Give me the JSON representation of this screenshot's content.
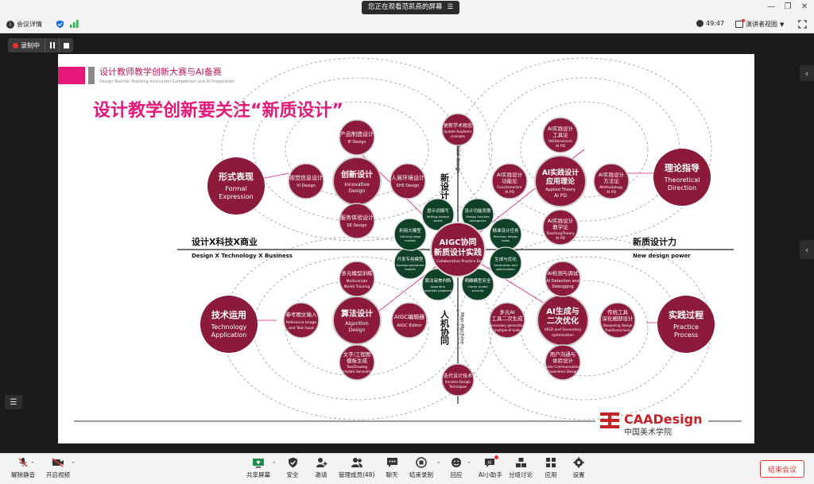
{
  "banner": {
    "text": "您正在观看范凯燕的屏幕",
    "menu_icon": "menu-icon"
  },
  "infobar": {
    "meeting_info": "会议详情",
    "timer": "49:47",
    "view_label": "演讲者视图"
  },
  "recording": {
    "label": "录制中"
  },
  "slide": {
    "header_title": "设计教师教学创新大赛与AI备赛",
    "header_subtitle": "Design Teacher Teaching Innovation Competition and AI Preparation",
    "main_title": "设计教学创新要关注“新质设计”",
    "center_cn1": "AIGC协同",
    "center_cn2": "新质设计实践",
    "center_en": "AIGC Collaborative Practice Design",
    "axis_left_cn": "设计X科技X商业",
    "axis_left_en": "Design X Technology X Business",
    "axis_right_cn": "新质设计力",
    "axis_right_en": "New design power",
    "axis_top_cn": "新设计",
    "axis_top_en": "New design",
    "axis_bottom_cn": "人机协同",
    "axis_bottom_en": "Man-Machine",
    "big_left_top_cn": "形式表现",
    "big_left_top_en1": "Formal",
    "big_left_top_en2": "Expression",
    "big_right_top_cn": "理论指导",
    "big_right_top_en1": "Theoretical",
    "big_right_top_en2": "Direction",
    "big_left_bottom_cn": "技术运用",
    "big_left_bottom_en1": "Technology",
    "big_left_bottom_en2": "Application",
    "big_right_bottom_cn": "实践过程",
    "big_right_bottom_en1": "Practice",
    "big_right_bottom_en2": "Process",
    "q1_center_cn": "创新设计",
    "q1_center_en1": "Innovative",
    "q1_center_en2": "Design",
    "q1_top_cn": "产品制造设计",
    "q1_top_en": "IP Design",
    "q1_left_cn": "视觉信息设计",
    "q1_left_en": "VI Design",
    "q1_right_cn": "人居环境设计",
    "q1_right_en": "SHE Design",
    "q1_bottom_cn": "服务体验设计",
    "q1_bottom_en": "SE Design",
    "q2_center_cn1": "AI实践设计",
    "q2_center_cn2": "应用理论",
    "q2_center_en": "Applied Theory",
    "q2_center_en2": "AI PD",
    "q2_top_cn1": "AI实践设计",
    "q2_top_cn2": "工具论",
    "q2_top_en1": "Utilitarianism",
    "q2_top_en2": "AI PD",
    "q2_left_cn1": "AI实践设计",
    "q2_left_cn2": "功能论",
    "q2_left_en1": "Functionalism",
    "q2_left_en2": "AI PD",
    "q2_right_cn1": "AI实践设计",
    "q2_right_cn2": "方法论",
    "q2_right_en1": "Methodology",
    "q2_right_en2": "AI PD",
    "q2_bottom_cn1": "AI实践设计",
    "q2_bottom_cn2": "教学论",
    "q2_bottom_en1": "TeachingTheory",
    "q2_bottom_en2": "AI PD",
    "q3_center_cn": "算法设计",
    "q3_center_en1": "Algorithm",
    "q3_center_en2": "Design",
    "q3_top_cn": "多元模型训练",
    "q3_top_en1": "Multivariate",
    "q3_top_en2": "Model Training",
    "q3_left_cn": "参考图文输入",
    "q3_left_en1": "Reference Image",
    "q3_left_en2": "and Text Input",
    "q3_right_cn": "AIGC编辑器",
    "q3_right_en": "AIGC Editor",
    "q3_bottom_cn1": "文字/工程图",
    "q3_bottom_cn2": "模板生成",
    "q3_bottom_en1": "Text/Drawing",
    "q3_bottom_en2": "Template Generation",
    "q4_center_cn1": "AI生成与",
    "q4_center_cn2": "二次优化",
    "q4_center_en1": "AIGD and Secondary",
    "q4_center_en2": "optimization",
    "q4_top_cn": "AI检测与调试",
    "q4_top_en1": "AI Detection and",
    "q4_top_en2": "Debugging",
    "q4_left_cn1": "多元AI",
    "q4_left_cn2": "工具二次生成",
    "q4_left_en1": "Secondary generation",
    "q4_left_en2": "multiple AI tools",
    "q4_right_cn1": "传统工具",
    "q4_right_cn2": "深化细部设计",
    "q4_right_en1": "Deepening Design",
    "q4_right_en2": "Traditional tools",
    "q4_bottom_cn1": "用户沟通与",
    "q4_bottom_cn2": "体验设计",
    "q4_bottom_en1": "User Communication",
    "q4_bottom_en2": "Experience Design",
    "top_concept_cn": "更新学术观念",
    "top_concept_en1": "Update Academic",
    "top_concept_en2": "concepts",
    "bottom_concept_cn": "迭代设计技术",
    "bottom_concept_en1": "Iterative Design",
    "bottom_concept_en2": "Techniques",
    "g1_cn": "提示词撰写",
    "g1_en1": "Writing prompt",
    "g1_en2": "words",
    "g2_cn": "设计功能发散",
    "g2_en1": "Design function",
    "g2_en2": "divergence",
    "g3_cn": "精准设计任务",
    "g3_en1": "Precision design",
    "g3_en2": "tasks",
    "g4_cn": "生成与优化",
    "g4_en1": "Generation and",
    "g4_en2": "optimization",
    "g5_cn": "明确模型安全",
    "g5_en1": "Clarify model",
    "g5_en2": "security",
    "g6_cn": "算法审美判断",
    "g6_en1": "Algorithm",
    "g6_en2": "aesthetic judgment",
    "g7_cn": "开发专用模型",
    "g7_en1": "Develop specialized",
    "g7_en2": "models",
    "g8_cn": "利用大模型",
    "g8_en1": "Utilizing large",
    "g8_en2": "models",
    "logo_brand": "CAADesign",
    "logo_school": "中国美术学院"
  },
  "toolbar": {
    "unmute": "解除静音",
    "video": "开启视频",
    "share": "共享屏幕",
    "security": "安全",
    "invite": "邀请",
    "participants": "管理成员(48)",
    "chat": "聊天",
    "end_recording": "结束录制",
    "react": "回应",
    "ai_assistant": "AI小助手",
    "breakout": "分组讨论",
    "apps": "应用",
    "settings": "设置",
    "end_meeting": "结束会议"
  },
  "colors": {
    "accent": "#e5187a",
    "node": "#8c1a3a",
    "dark_node": "#0f4028",
    "end": "#e5322d"
  }
}
